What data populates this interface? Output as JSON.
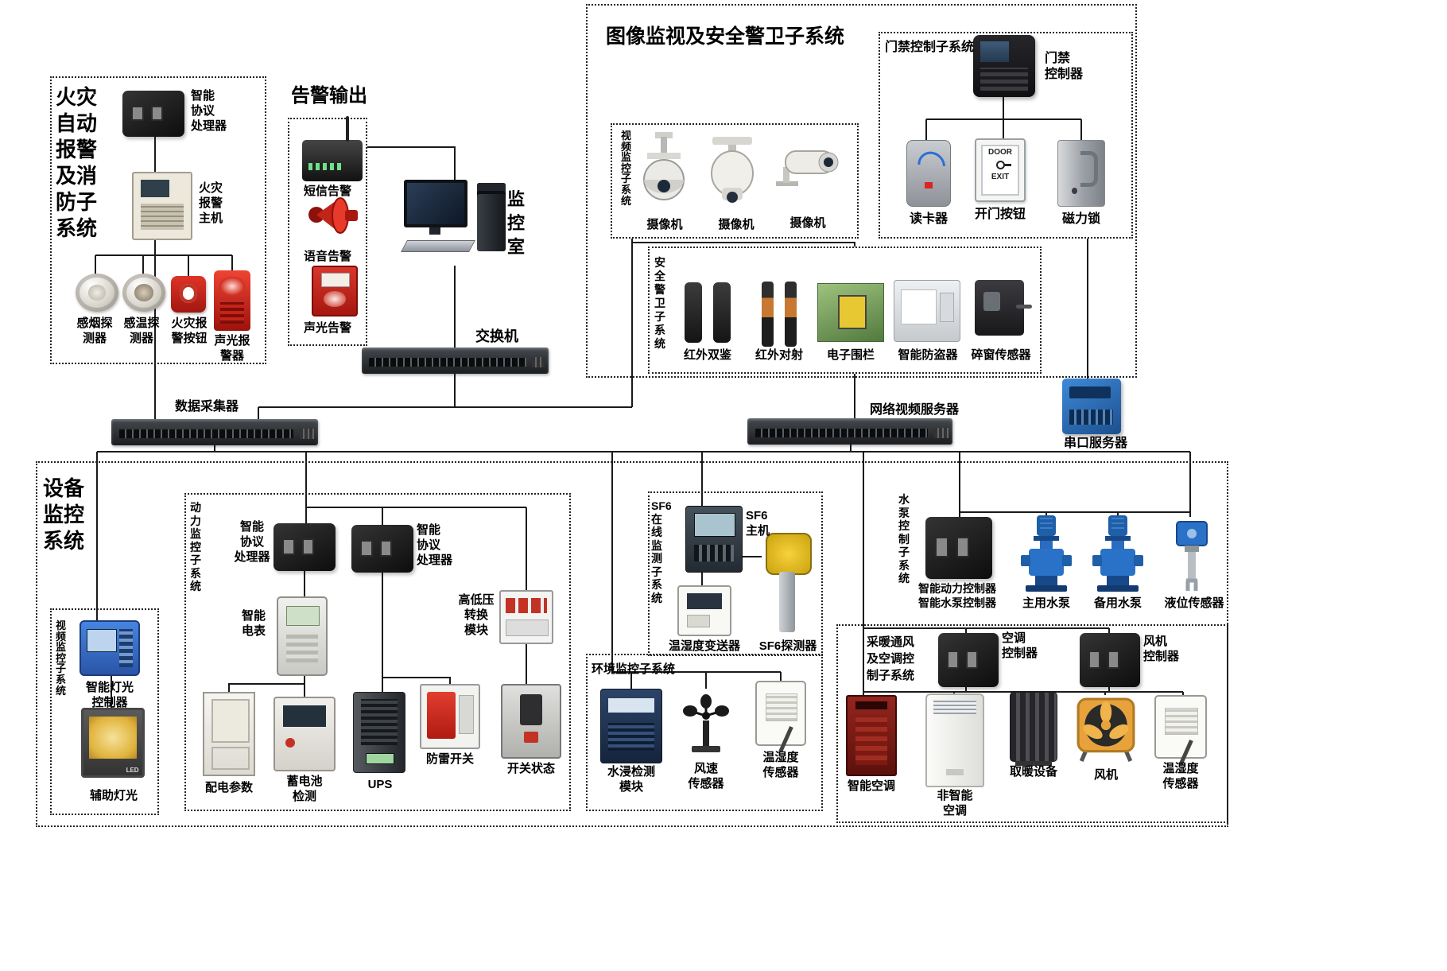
{
  "titles": {
    "image_security": "图像监视及安全警卫子系统",
    "fire": "火灾\n自动\n报警\n及消\n防子\n系统",
    "alarm_output": "告警输出",
    "monitor_room": "监\n控\n室",
    "equipment": "设备\n监控\n系统"
  },
  "fire": {
    "processor": "智能\n协议\n处理器",
    "host": "火灾\n报警\n主机",
    "smoke": "感烟探\n测器",
    "temp": "感温探\n测器",
    "button": "火灾报\n警按钮",
    "sounder": "声光报\n警器"
  },
  "alarm": {
    "sms": "短信告警",
    "voice": "语音告警",
    "soundlight": "声光告警"
  },
  "network": {
    "switch_label": "交换机",
    "collector": "数据采集器",
    "nvs": "网络视频服务器",
    "serial": "串口服务器"
  },
  "access": {
    "title": "门禁控制子系统",
    "controller": "门禁\n控制器",
    "reader": "读卡器",
    "button": "开门按钮",
    "lock": "磁力锁",
    "door_line1": "DOOR",
    "door_line2": "EXIT"
  },
  "video_top": {
    "title": "视\n频\n监\n控\n子\n系\n统",
    "cam1": "摄像机",
    "cam2": "摄像机",
    "cam3": "摄像机"
  },
  "security": {
    "title": "安\n全\n警\n卫\n子\n系\n统",
    "ir_double": "红外双鉴",
    "ir_beam": "红外对射",
    "fence": "电子围栏",
    "antitheft": "智能防盗器",
    "window": "碎窗传感器"
  },
  "video_bottom": {
    "title": "视\n频\n监\n控\n子\n系\n统",
    "light_controller": "智能灯光\n控制器",
    "aux_light": "辅助灯光",
    "led": "LED"
  },
  "power": {
    "title": "动\n力\n监\n控\n子\n系\n统",
    "proc1": "智能\n协议\n处理器",
    "proc2": "智能\n协议\n处理器",
    "meter": "智能\n电表",
    "hlv": "高低压\n转换\n模块",
    "dist": "配电参数",
    "battery": "蓄电池\n检测",
    "ups": "UPS",
    "lightning": "防雷开关",
    "breaker": "开关状态"
  },
  "sf6": {
    "title": "SF6\n在\n线\n监\n测\n子\n系\n统",
    "host": "SF6\n主机",
    "transmitter": "温湿度变送器",
    "detector": "SF6探测器"
  },
  "env": {
    "title": "环境监控子系统",
    "water": "水浸检测\n模块",
    "wind": "风速\n传感器",
    "th": "温湿度\n传感器"
  },
  "pump": {
    "title": "水\n泵\n控\n制\n子\n系\n统",
    "controller": "智能动力控制器\n智能水泵控制器",
    "main": "主用水泵",
    "backup": "备用水泵",
    "level": "液位传感器"
  },
  "hvac": {
    "title": "采暖通风\n及空调控\n制子系统",
    "ac_ctrl": "空调\n控制器",
    "fan_ctrl": "风机\n控制器",
    "smart_ac": "智能空调",
    "plain_ac": "非智能\n空调",
    "heater": "取暖设备",
    "fan": "风机",
    "th": "温湿度\n传感器"
  }
}
